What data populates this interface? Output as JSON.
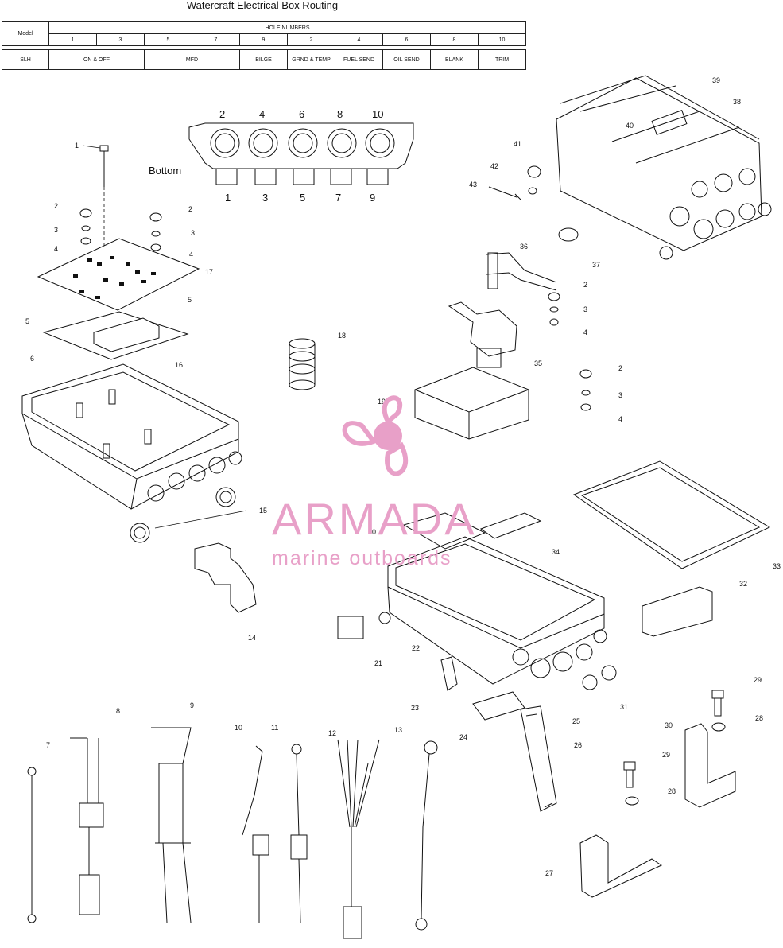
{
  "title": "Watercraft Electrical Box Routing",
  "table": {
    "model_label": "Model",
    "hole_numbers_label": "HOLE NUMBERS",
    "hole_numbers": [
      "1",
      "3",
      "5",
      "7",
      "9",
      "2",
      "4",
      "6",
      "8",
      "10"
    ],
    "row_model": "SLH",
    "functions": [
      "ON & OFF",
      "MFD",
      "BILGE",
      "GRND & TEMP",
      "FUEL SEND",
      "OIL SEND",
      "BLANK",
      "TRIM"
    ]
  },
  "bottom_label": "Bottom",
  "bottom_top_numbers": [
    "2",
    "4",
    "6",
    "8",
    "10"
  ],
  "bottom_low_numbers": [
    "1",
    "3",
    "5",
    "7",
    "9"
  ],
  "watermark": {
    "brand": "ARMADA",
    "sub": "marine outboards",
    "color": "#e8a0c8"
  },
  "callouts": {
    "c1": "1",
    "c2a": "2",
    "c3a": "3",
    "c4a": "4",
    "c2b": "2",
    "c3b": "3",
    "c4b": "4",
    "c17": "17",
    "c5a": "5",
    "c5b": "5",
    "c6": "6",
    "c16": "16",
    "c18": "18",
    "c15": "15",
    "c14": "14",
    "c36": "36",
    "c2c": "2",
    "c3c": "3",
    "c4c": "4",
    "c35": "35",
    "c19": "19",
    "c2d": "2",
    "c3d": "3",
    "c4d": "4",
    "c20": "20",
    "c34": "34",
    "c33": "33",
    "c32": "32",
    "c21": "21",
    "c22": "22",
    "c23": "23",
    "c24": "24",
    "c31": "31",
    "c39": "39",
    "c38": "38",
    "c40": "40",
    "c41": "41",
    "c42": "42",
    "c43": "43",
    "c37": "37",
    "c7": "7",
    "c8": "8",
    "c9": "9",
    "c10": "10",
    "c11": "11",
    "c12": "12",
    "c13": "13",
    "c25": "25",
    "c26": "26",
    "c27": "27",
    "c28a": "28",
    "c29a": "29",
    "c30": "30",
    "c29b": "29",
    "c28b": "28"
  }
}
